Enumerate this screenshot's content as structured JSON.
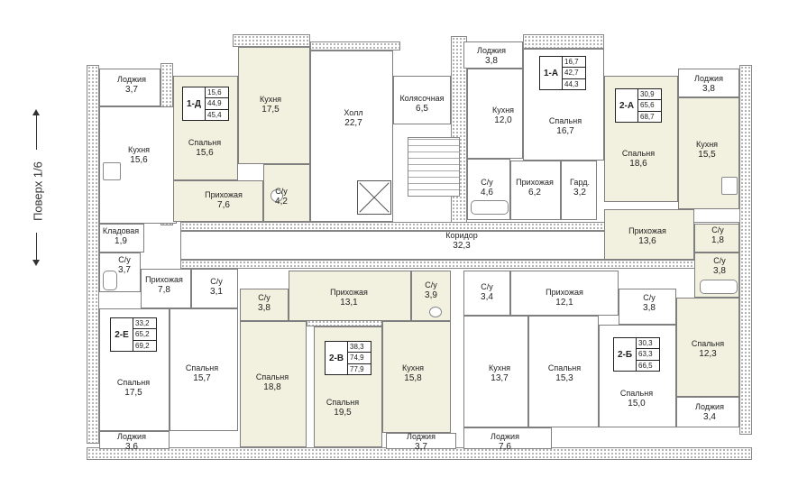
{
  "floor": {
    "label": "Поверх 1/6"
  },
  "rooms": [
    {
      "id": "r-loggia-1d",
      "name": "Лоджия",
      "area": "3,7"
    },
    {
      "id": "r-kitchen-w",
      "name": "Кухня",
      "area": "15,6"
    },
    {
      "id": "r-storage",
      "name": "Кладовая",
      "area": "1,9"
    },
    {
      "id": "r-bath-1e",
      "name": "С/у",
      "area": "3,7"
    },
    {
      "id": "r-hall-2e",
      "name": "Прихожая",
      "area": "7,8"
    },
    {
      "id": "r-bath-2e",
      "name": "С/у",
      "area": "3,1"
    },
    {
      "id": "r-bed-2e-1",
      "name": "Спальня",
      "area": "17,5"
    },
    {
      "id": "r-bed-2e-2",
      "name": "Спальня",
      "area": "15,7"
    },
    {
      "id": "r-loggia-2e",
      "name": "Лоджия",
      "area": "3,6"
    },
    {
      "id": "r-bed-1d",
      "name": "Спальня",
      "area": "15,6"
    },
    {
      "id": "r-kitchen-1d",
      "name": "Кухня",
      "area": "17,5"
    },
    {
      "id": "r-hall-1d",
      "name": "Прихожая",
      "area": "7,6"
    },
    {
      "id": "r-bath-1d",
      "name": "С/у",
      "area": "4,2"
    },
    {
      "id": "r-lobby",
      "name": "Холл",
      "area": "22,7"
    },
    {
      "id": "r-stroller",
      "name": "Колясочная",
      "area": "6,5"
    },
    {
      "id": "r-corridor",
      "name": "Коридор",
      "area": "32,3"
    },
    {
      "id": "r-loggia-1a",
      "name": "Лоджия",
      "area": "3,8"
    },
    {
      "id": "r-kitchen-1a",
      "name": "Кухня",
      "area": "12,0"
    },
    {
      "id": "r-bed-1a",
      "name": "Спальня",
      "area": "16,7"
    },
    {
      "id": "r-bath-1a",
      "name": "С/у",
      "area": "4,6"
    },
    {
      "id": "r-hall-1a",
      "name": "Прихожая",
      "area": "6,2"
    },
    {
      "id": "r-wardrobe",
      "name": "Гард.",
      "area": "3,2"
    },
    {
      "id": "r-loggia-2a",
      "name": "Лоджия",
      "area": "3,8"
    },
    {
      "id": "r-bed-2a",
      "name": "Спальня",
      "area": "18,6"
    },
    {
      "id": "r-kitchen-2a",
      "name": "Кухня",
      "area": "15,5"
    },
    {
      "id": "r-hall-2a",
      "name": "Прихожая",
      "area": "13,6"
    },
    {
      "id": "r-bath-2a-1",
      "name": "С/у",
      "area": "1,8"
    },
    {
      "id": "r-bath-2a-2",
      "name": "С/у",
      "area": "3,8"
    },
    {
      "id": "r-bath-2v-1",
      "name": "С/у",
      "area": "3,8"
    },
    {
      "id": "r-hall-2v",
      "name": "Прихожая",
      "area": "13,1"
    },
    {
      "id": "r-bath-2v-2",
      "name": "С/у",
      "area": "3,9"
    },
    {
      "id": "r-bed-2v-1",
      "name": "Спальня",
      "area": "18,8"
    },
    {
      "id": "r-bed-2v-2",
      "name": "Спальня",
      "area": "19,5"
    },
    {
      "id": "r-kitchen-2v",
      "name": "Кухня",
      "area": "15,8"
    },
    {
      "id": "r-loggia-2v",
      "name": "Лоджия",
      "area": "3,7"
    },
    {
      "id": "r-bath-2b-1",
      "name": "С/у",
      "area": "3,4"
    },
    {
      "id": "r-hall-2b",
      "name": "Прихожая",
      "area": "12,1"
    },
    {
      "id": "r-bath-2b-2",
      "name": "С/у",
      "area": "3,8"
    },
    {
      "id": "r-kitchen-2b",
      "name": "Кухня",
      "area": "13,7"
    },
    {
      "id": "r-bed-2b-1",
      "name": "Спальня",
      "area": "15,3"
    },
    {
      "id": "r-bed-2b-2",
      "name": "Спальня",
      "area": "15,0"
    },
    {
      "id": "r-loggia-2b",
      "name": "Лоджия",
      "area": "7,6"
    },
    {
      "id": "r-bed-2g",
      "name": "Спальня",
      "area": "12,3"
    },
    {
      "id": "r-loggia-2g",
      "name": "Лоджия",
      "area": "3,4"
    }
  ],
  "apartments": [
    {
      "id": "apt-1d",
      "code": "1-Д",
      "areas": [
        "15,6",
        "44,9",
        "45,4"
      ]
    },
    {
      "id": "apt-1a",
      "code": "1-А",
      "areas": [
        "16,7",
        "42,7",
        "44,3"
      ]
    },
    {
      "id": "apt-2a",
      "code": "2-А",
      "areas": [
        "30,9",
        "65,6",
        "68,7"
      ]
    },
    {
      "id": "apt-2e",
      "code": "2-Е",
      "areas": [
        "33,2",
        "65,2",
        "69,2"
      ]
    },
    {
      "id": "apt-2v",
      "code": "2-В",
      "areas": [
        "38,3",
        "74,9",
        "77,9"
      ]
    },
    {
      "id": "apt-2b",
      "code": "2-Б",
      "areas": [
        "30,3",
        "63,3",
        "66,5"
      ]
    }
  ],
  "colors": {
    "highlight": "#f2f1df",
    "wall": "#7f7f7f"
  }
}
